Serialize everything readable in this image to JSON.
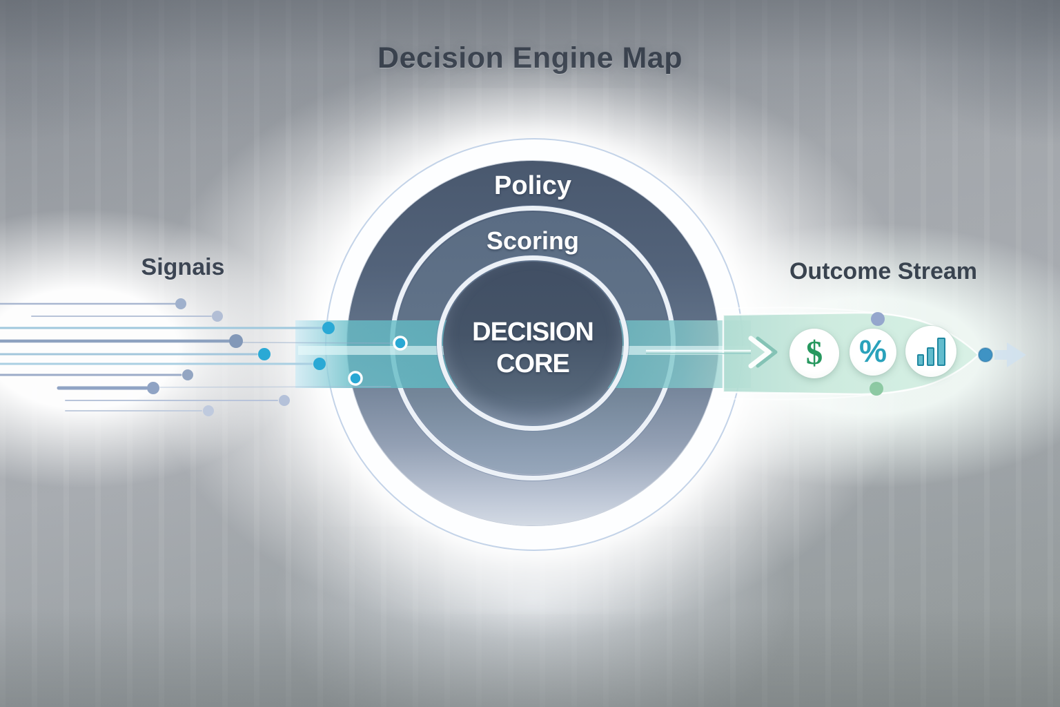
{
  "title": "Decision Engine Map",
  "signals": {
    "label": "Signais"
  },
  "outcome": {
    "label": "Outcome Stream",
    "icons": [
      {
        "name": "dollar",
        "glyph": "$"
      },
      {
        "name": "percent",
        "glyph": "%"
      },
      {
        "name": "bar-chart",
        "glyph": ""
      }
    ]
  },
  "rings": {
    "outer_label": "Policy",
    "middle_label": "Scoring",
    "core_label_line1": "DECISION",
    "core_label_line2": "CORE"
  },
  "colors": {
    "flow_band_teal": "#57b4bd",
    "signal_dot_cyan": "#2aa9d5",
    "signal_dot_slate": "#8fa3c4",
    "outcome_dot_blue": "#3f93c4",
    "outcome_dot_green": "#8dc9a3",
    "outcome_dot_periwinkle": "#95a7cd",
    "dollar_green": "#27985f",
    "icon_teal": "#2aa2bb",
    "policy_ring_dark": "#49586e",
    "core_dark": "#414f64",
    "title_text": "#3a424e"
  }
}
